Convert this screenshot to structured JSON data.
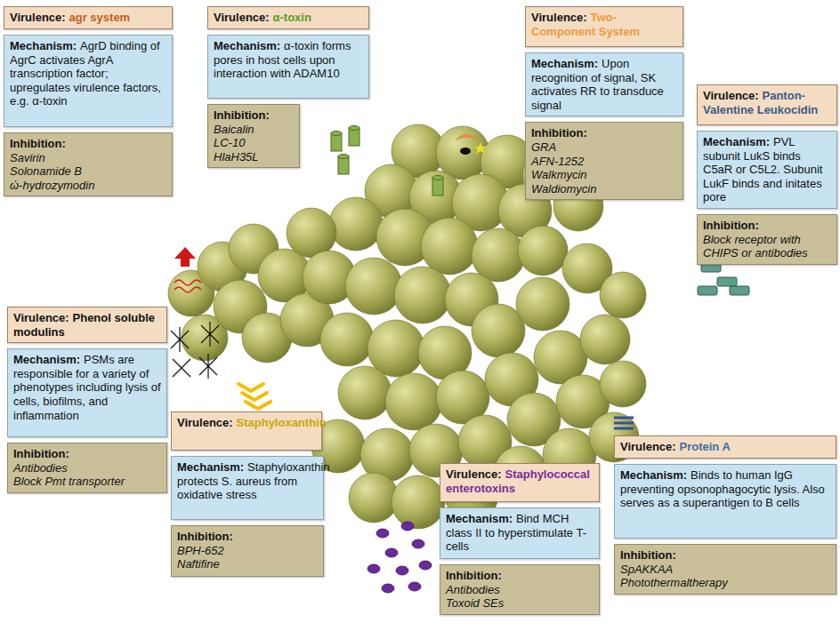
{
  "diagram": {
    "nodes": [
      {
        "text": [
          "Virulence:",
          "agr system"
        ]
      },
      {
        "text": [
          "Mechanism:",
          "AgrD binding of AgrC activates AgrA transcription factor; upregulates virulence factors, e.g. α-toxin"
        ]
      },
      {
        "text": [
          "Inhibition:",
          "Savirin",
          "Solonamide B",
          "ώ-hydrozymodin"
        ]
      },
      {
        "text": [
          "Virulence:",
          "α-toxin"
        ]
      },
      {
        "text": [
          "Mechanism:",
          "α-toxin forms pores in host cells upon interaction with ADAM10"
        ]
      },
      {
        "text": [
          "Inhibition:",
          "Baicalin",
          "LC-10",
          "HlaH35L"
        ]
      },
      {
        "text": [
          "Virulence:",
          "Two-Component System"
        ]
      },
      {
        "text": [
          "Mechanism:",
          "Upon recognition of signal, SK activates RR to transduce signal"
        ]
      },
      {
        "text": [
          "Inhibition:",
          "GRA",
          "AFN-1252",
          "Walkmycin",
          "Waldiomycin"
        ]
      },
      {
        "text": [
          "Virulence:",
          "Panton-Valentine Leukocidin"
        ]
      },
      {
        "text": [
          "Mechanism:",
          "PVL subunit LukS binds C5aR or C5L2. Subunit LukF binds and initates pore"
        ]
      },
      {
        "text": [
          "Inhibition:",
          "Block receptor with CHIPS or antibodies"
        ]
      },
      {
        "text": [
          "Virulence:",
          "Phenol soluble modulins"
        ]
      },
      {
        "text": [
          "Mechanism:",
          "PSMs are responsible for a variety of phenotypes including lysis of cells, biofilms, and inflammation"
        ]
      },
      {
        "text": [
          "Inhibition:",
          "Antibodies",
          "Block Pmt transporter"
        ]
      },
      {
        "text": [
          "Virulence:",
          "Staphyloxanthin"
        ]
      },
      {
        "text": [
          "Mechanism:",
          "Staphyloxanthin protects S. aureus from oxidative stress"
        ]
      },
      {
        "text": [
          "Inhibition:",
          "BPH-652",
          "Naftifine"
        ]
      },
      {
        "text": [
          "Virulence:",
          "Staphylococcal enterotoxins"
        ]
      },
      {
        "text": [
          "Mechanism:",
          "Bind MCH class II to hyperstimulate T-cells"
        ]
      },
      {
        "text": [
          "Inhibition:",
          "Antibodies",
          "Toxoid SEs"
        ]
      },
      {
        "text": [
          "Virulence:",
          "Protein A"
        ]
      },
      {
        "text": [
          "Mechanism:",
          "Binds to human IgG preventing opsonophagocytic lysis. Also serves as a superantigen to B cells"
        ]
      },
      {
        "text": [
          "Inhibition:",
          "SpAKKAA",
          "Photothermaltherapy"
        ]
      }
    ]
  }
}
